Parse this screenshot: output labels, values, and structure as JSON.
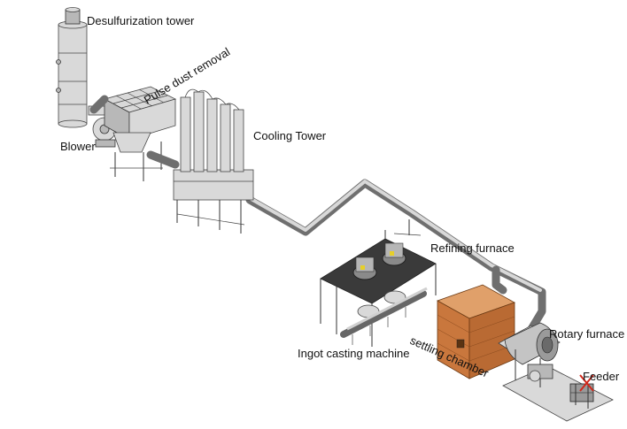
{
  "labels": {
    "desulfurization_tower": "Desulfurization tower",
    "pulse_dust_removal": "Pulse dust removal",
    "blower": "Blower",
    "cooling_tower": "Cooling Tower",
    "refining_furnace": "Refining furnace",
    "ingot_casting_machine": "Ingot casting machine",
    "settling_chamber": "settling chamber",
    "rotary_furnace": "Rotary furnace",
    "feeder": "Feeder"
  },
  "colors": {
    "brick": "#c9773d",
    "platform": "#3a3a3a",
    "pipe": "#6f6f6f",
    "feeder_mark": "#d0281b"
  }
}
